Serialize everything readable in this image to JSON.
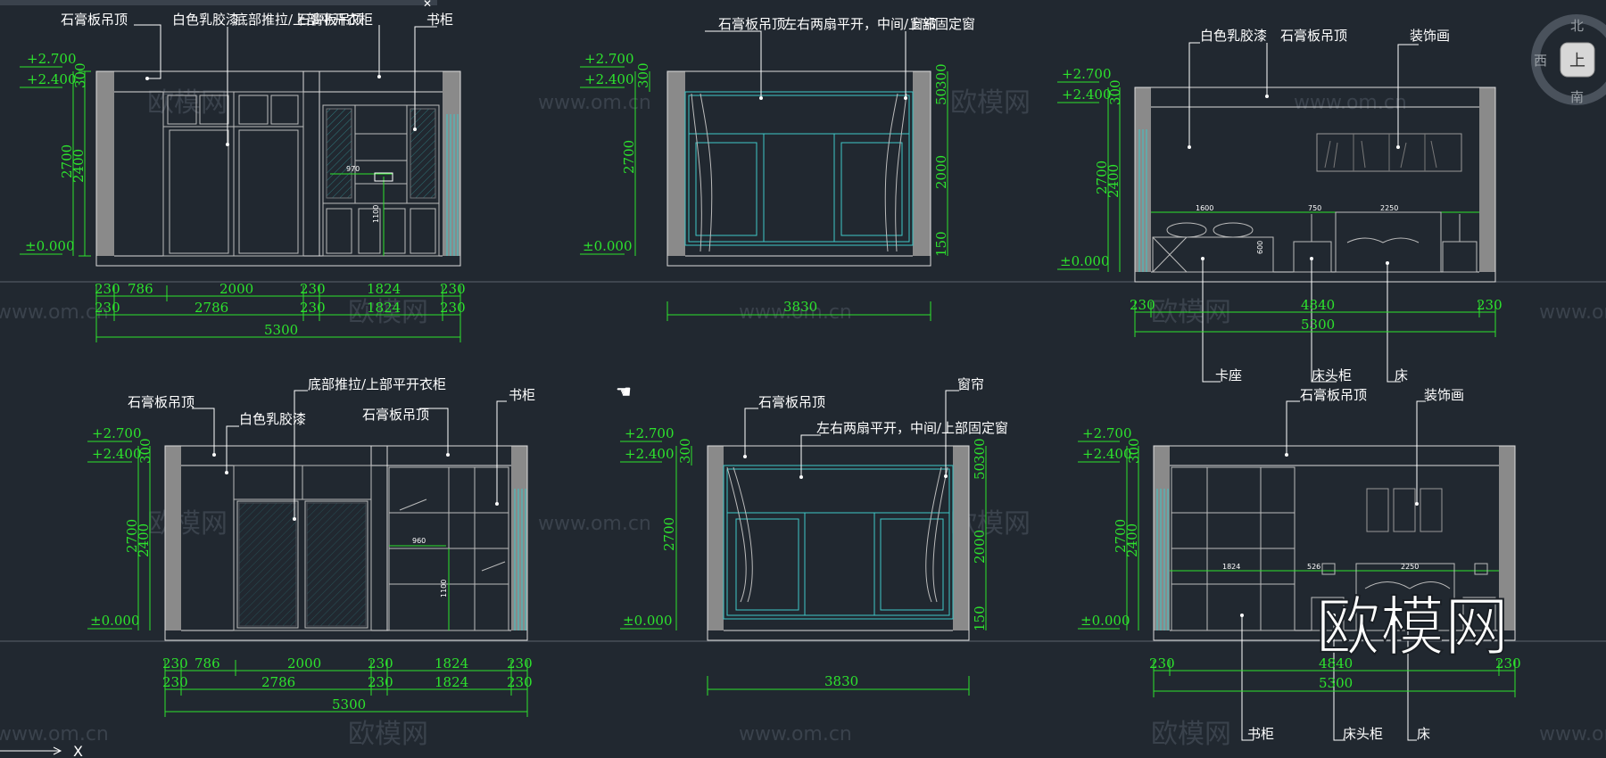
{
  "watermark": {
    "url": "www.om.cn",
    "brand": "欧模网"
  },
  "compass": {
    "north": "北",
    "west": "西",
    "south": "南",
    "view": "上"
  },
  "axis_label": "X",
  "views": [
    {
      "labels": [
        "石膏板吊顶",
        "白色乳胶漆",
        "底部推拉/上部平开衣柜",
        "石膏板吊顶",
        "书柜"
      ],
      "levels": [
        "+2.700",
        "+2.400",
        "±0.000"
      ],
      "side_dims": [
        "300",
        "2700",
        "2400"
      ],
      "inner_dims": [
        "970",
        "1100"
      ],
      "dim_row1": [
        "230",
        "786",
        "2000",
        "230",
        "1824",
        "230"
      ],
      "dim_row2": [
        "230",
        "2786",
        "230",
        "1824",
        "230"
      ],
      "dim_total": "5300"
    },
    {
      "labels": [
        "石膏板吊顶",
        "左右两扇平开，中间/上部固定窗",
        "窗帘"
      ],
      "levels": [
        "+2.700",
        "+2.400",
        "±0.000"
      ],
      "side_dims": [
        "300",
        "2700"
      ],
      "right_dims": [
        "300",
        "50",
        "2000",
        "150"
      ],
      "dim_total": "3830"
    },
    {
      "labels": [
        "白色乳胶漆",
        "石膏板吊顶",
        "装饰画",
        "卡座",
        "床头柜",
        "床"
      ],
      "levels": [
        "+2.700",
        "+2.400",
        "±0.000"
      ],
      "side_dims": [
        "300",
        "2700",
        "2400"
      ],
      "inner_dims": [
        "1600",
        "750",
        "2250",
        "600"
      ],
      "dim_row1": [
        "230",
        "4840",
        "230"
      ],
      "dim_total": "5300"
    },
    {
      "labels": [
        "石膏板吊顶",
        "底部推拉/上部平开衣柜",
        "白色乳胶漆",
        "石膏板吊顶",
        "书柜"
      ],
      "levels": [
        "+2.700",
        "+2.400",
        "±0.000"
      ],
      "side_dims": [
        "300",
        "2700",
        "2400"
      ],
      "inner_dims": [
        "960",
        "1100"
      ],
      "dim_row1": [
        "230",
        "786",
        "2000",
        "230",
        "1824",
        "230"
      ],
      "dim_row2": [
        "230",
        "2786",
        "230",
        "1824",
        "230"
      ],
      "dim_total": "5300"
    },
    {
      "labels": [
        "石膏板吊顶",
        "窗帘",
        "左右两扇平开，中间/上部固定窗"
      ],
      "levels": [
        "+2.700",
        "+2.400",
        "±0.000"
      ],
      "side_dims": [
        "300",
        "2700"
      ],
      "right_dims": [
        "300",
        "50",
        "2000",
        "150"
      ],
      "dim_total": "3830"
    },
    {
      "labels": [
        "石膏板吊顶",
        "装饰画",
        "书柜",
        "床头柜",
        "床"
      ],
      "levels": [
        "+2.700",
        "+2.400",
        "±0.000"
      ],
      "side_dims": [
        "300",
        "2700",
        "2400"
      ],
      "inner_dims": [
        "1824",
        "526",
        "2250"
      ],
      "dim_row1": [
        "230",
        "4840",
        "230"
      ],
      "dim_total": "5300"
    }
  ]
}
